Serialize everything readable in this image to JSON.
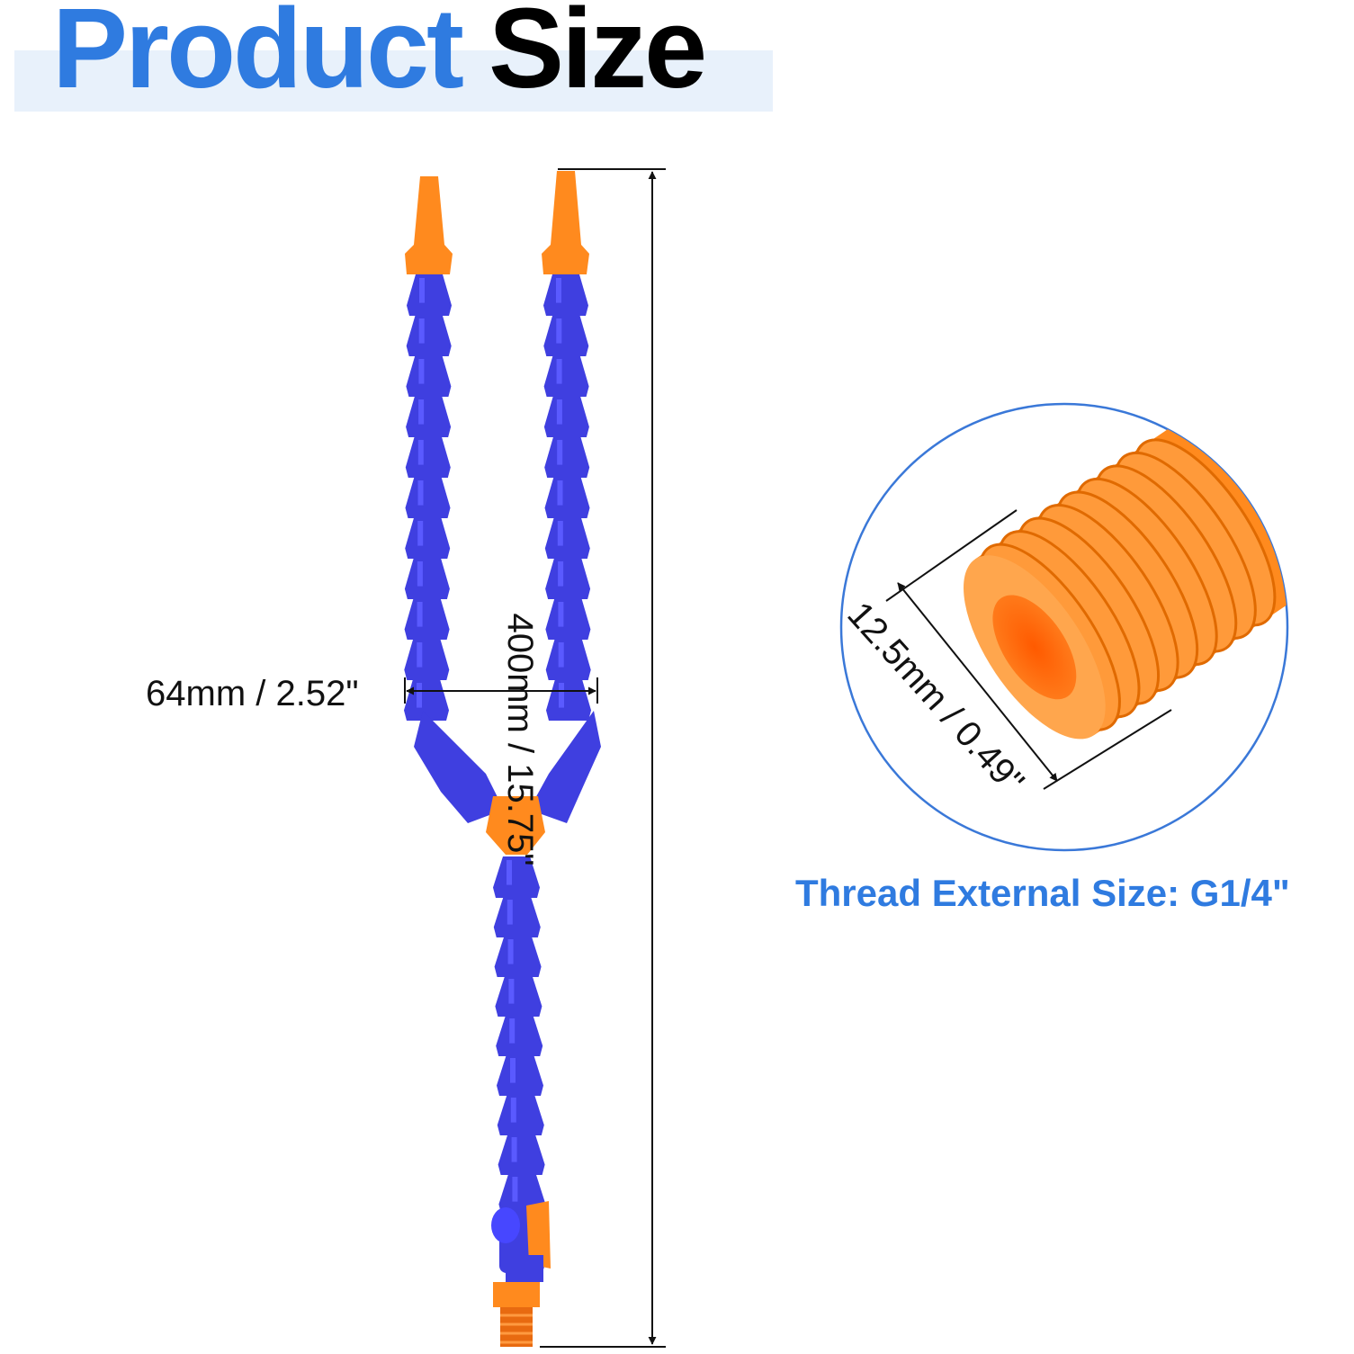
{
  "title": {
    "word1": "Product",
    "word2": "Size"
  },
  "dimensions": {
    "width": "64mm / 2.52\"",
    "length": "400mm / 15.75\"",
    "diameter": "12.5mm / 0.49\""
  },
  "thread_caption": "Thread External Size: G1/4\"",
  "colors": {
    "title_blue": "#2f7be0",
    "title_black": "#000000",
    "title_band": "#e8f1fb",
    "hose_blue": "#3f3fe0",
    "fitting_orange": "#ff8a1e",
    "detail_ring": "#3a78d8"
  },
  "illustration": "coolant-hose-y-splitter"
}
